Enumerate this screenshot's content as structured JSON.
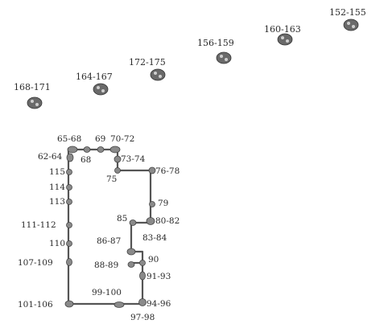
{
  "clusters": [
    {
      "label": "152-155"
    },
    {
      "label": "160-163"
    },
    {
      "label": "156-159"
    },
    {
      "label": "172-175"
    },
    {
      "label": "164-167"
    },
    {
      "label": "168-171"
    }
  ],
  "nodes": [
    {
      "label": "65-68"
    },
    {
      "label": "69"
    },
    {
      "label": "70-72"
    },
    {
      "label": "62-64"
    },
    {
      "label": "68"
    },
    {
      "label": "73-74"
    },
    {
      "label": "115"
    },
    {
      "label": "75"
    },
    {
      "label": "76-78"
    },
    {
      "label": "114"
    },
    {
      "label": "113"
    },
    {
      "label": "79"
    },
    {
      "label": "85"
    },
    {
      "label": "80-82"
    },
    {
      "label": "111-112"
    },
    {
      "label": "83-84"
    },
    {
      "label": "110"
    },
    {
      "label": "86-87"
    },
    {
      "label": "107-109"
    },
    {
      "label": "90"
    },
    {
      "label": "88-89"
    },
    {
      "label": "91-93"
    },
    {
      "label": "99-100"
    },
    {
      "label": "101-106"
    },
    {
      "label": "94-96"
    },
    {
      "label": "97-98"
    }
  ]
}
